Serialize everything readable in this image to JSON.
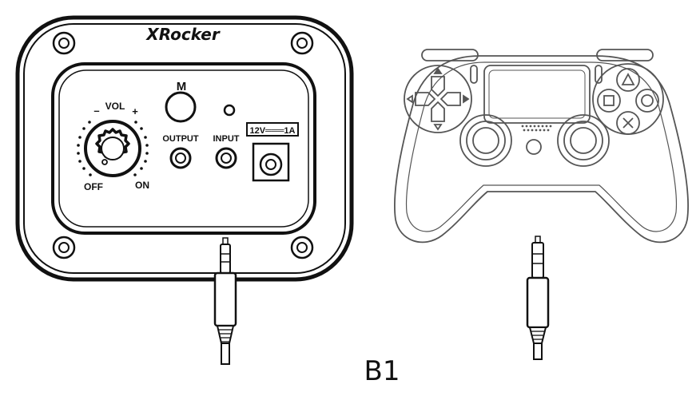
{
  "control_panel": {
    "brand": "XRocker",
    "mode_label": "M",
    "volume_label": "VOL",
    "volume_minus": "–",
    "volume_plus": "+",
    "off_label": "OFF",
    "on_label": "ON",
    "output_label": "OUTPUT",
    "input_label": "INPUT",
    "power_label": "12V═══1A"
  },
  "controller": {
    "buttons": [
      "triangle",
      "square",
      "circle",
      "cross"
    ],
    "dpad": "d-pad",
    "icons": [
      "touchpad-icon",
      "speaker-icon",
      "dpad-icon",
      "thumbstick-icon"
    ]
  },
  "figure_label": "B1",
  "colors": {
    "line": "#111111",
    "controller_line": "#555555",
    "background": "#ffffff"
  }
}
